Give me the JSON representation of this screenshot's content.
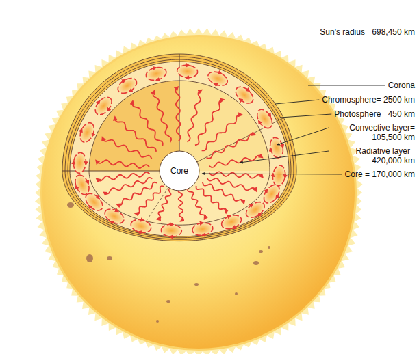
{
  "diagram": {
    "nodes": [
      {
        "text": [
          "Core"
        ]
      }
    ],
    "labels": [
      "Sun's radius= 698,450 km",
      "Corona",
      "Chromosphere= 2500 km",
      "Photosphere= 450 km",
      "Convective layer= 105,500 km",
      "Radiative layer= 420,000 km",
      "Core = 170,000 km"
    ]
  }
}
